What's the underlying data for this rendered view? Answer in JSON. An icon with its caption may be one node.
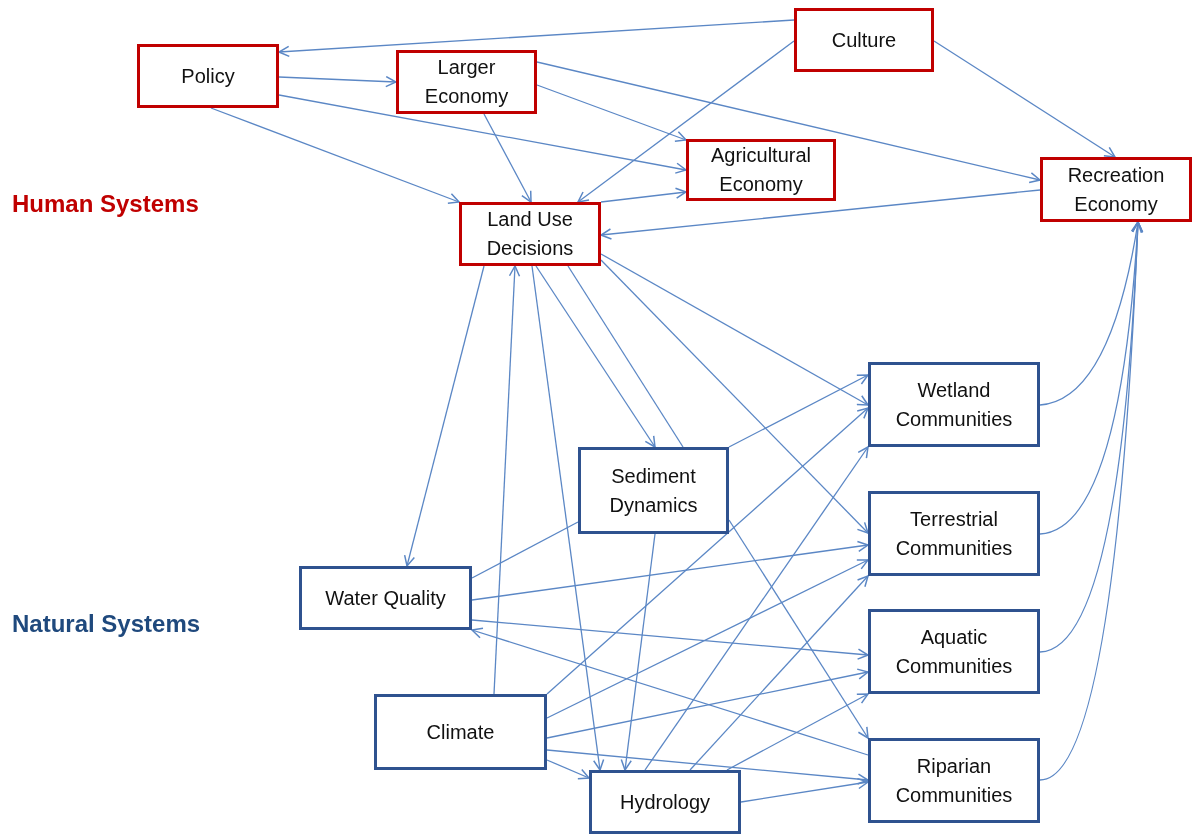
{
  "diagram": {
    "nodes": [
      {
        "text": [
          "Policy"
        ]
      },
      {
        "text": [
          "Larger Economy"
        ]
      },
      {
        "text": [
          "Culture"
        ]
      },
      {
        "text": [
          "Agricultural Economy"
        ]
      },
      {
        "text": [
          "Recreation Economy"
        ]
      },
      {
        "text": [
          "Land Use Decisions"
        ]
      },
      {
        "text": [
          "Sediment Dynamics"
        ]
      },
      {
        "text": [
          "Wetland Communities"
        ]
      },
      {
        "text": [
          "Terrestrial Communities"
        ]
      },
      {
        "text": [
          "Water Quality"
        ]
      },
      {
        "text": [
          "Aquatic Communities"
        ]
      },
      {
        "text": [
          "Climate"
        ]
      },
      {
        "text": [
          "Riparian Communities"
        ]
      },
      {
        "text": [
          "Hydrology"
        ]
      }
    ],
    "edges": [
      {
        "from": 2,
        "to": 0,
        "arrow": "to"
      },
      {
        "from": 0,
        "to": 1,
        "arrow": "to"
      },
      {
        "from": 0,
        "to": 3,
        "arrow": "to"
      },
      {
        "from": 0,
        "to": 5,
        "arrow": "to"
      },
      {
        "from": 1,
        "to": 3,
        "arrow": "to"
      },
      {
        "from": 1,
        "to": 4,
        "arrow": "to"
      },
      {
        "from": 1,
        "to": 5,
        "arrow": "to"
      },
      {
        "from": 2,
        "to": 5,
        "arrow": "to"
      },
      {
        "from": 2,
        "to": 4,
        "arrow": "to"
      },
      {
        "from": 5,
        "to": 3,
        "arrow": "to"
      },
      {
        "from": 4,
        "to": 5,
        "arrow": "to"
      },
      {
        "from": 5,
        "to": 9,
        "arrow": "to"
      },
      {
        "from": 11,
        "to": 5,
        "arrow": "to"
      },
      {
        "from": 5,
        "to": 13,
        "arrow": "to"
      },
      {
        "from": 5,
        "to": 6,
        "arrow": "to"
      },
      {
        "from": 6,
        "to": 5,
        "arrow": "none"
      },
      {
        "from": 5,
        "to": 8,
        "arrow": "to"
      },
      {
        "from": 5,
        "to": 7,
        "arrow": "to"
      },
      {
        "from": 6,
        "to": 7,
        "arrow": "to"
      },
      {
        "from": 6,
        "to": 13,
        "arrow": "to"
      },
      {
        "from": 6,
        "to": 12,
        "arrow": "to"
      },
      {
        "from": 9,
        "to": 6,
        "arrow": "none"
      },
      {
        "from": 9,
        "to": 8,
        "arrow": "to"
      },
      {
        "from": 9,
        "to": 10,
        "arrow": "to"
      },
      {
        "from": 12,
        "to": 9,
        "arrow": "to"
      },
      {
        "from": 11,
        "to": 7,
        "arrow": "to"
      },
      {
        "from": 11,
        "to": 8,
        "arrow": "to"
      },
      {
        "from": 11,
        "to": 10,
        "arrow": "to"
      },
      {
        "from": 11,
        "to": 12,
        "arrow": "to"
      },
      {
        "from": 11,
        "to": 13,
        "arrow": "to"
      },
      {
        "from": 13,
        "to": 7,
        "arrow": "to"
      },
      {
        "from": 13,
        "to": 8,
        "arrow": "to"
      },
      {
        "from": 13,
        "to": 10,
        "arrow": "to"
      },
      {
        "from": 13,
        "to": 12,
        "arrow": "to"
      },
      {
        "from": 7,
        "to": 4,
        "arrow": "to"
      },
      {
        "from": 8,
        "to": 4,
        "arrow": "to"
      },
      {
        "from": 10,
        "to": 4,
        "arrow": "to"
      },
      {
        "from": 12,
        "to": 4,
        "arrow": "to"
      }
    ],
    "labels": [
      "Human Systems",
      "Natural Systems"
    ]
  }
}
